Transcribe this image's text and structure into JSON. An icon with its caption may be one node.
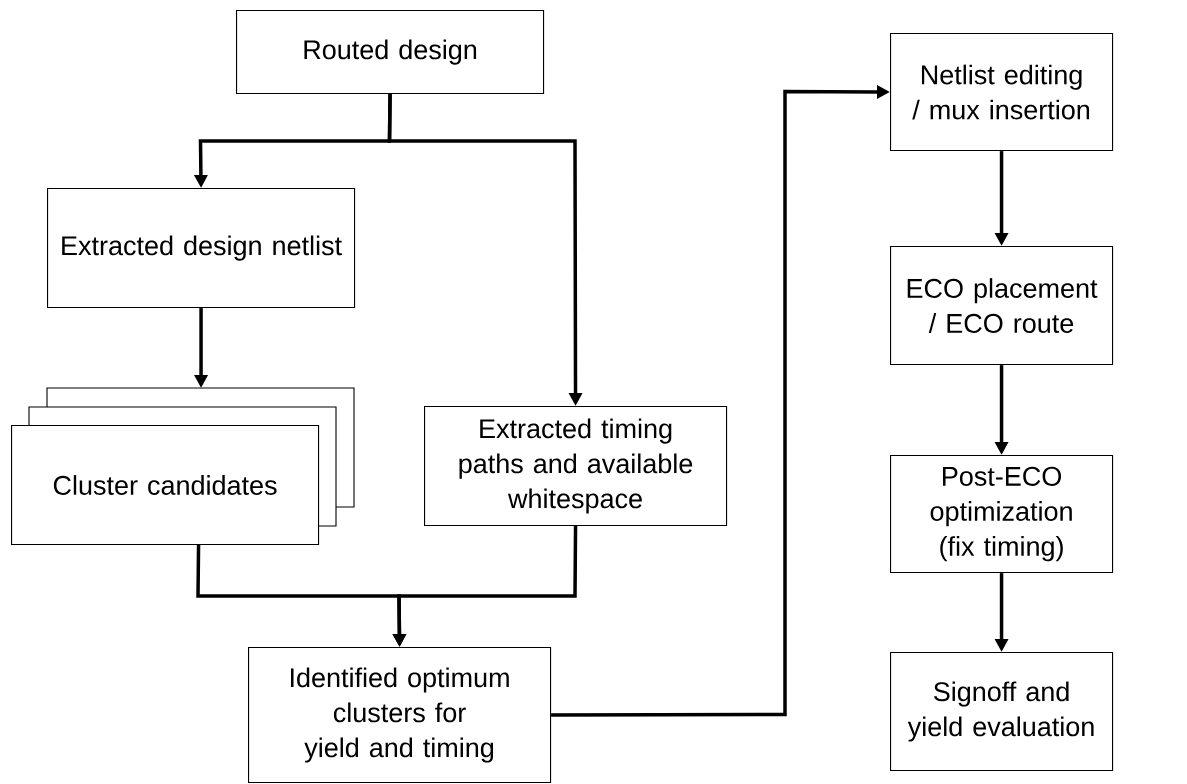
{
  "diagram": {
    "nodes": [
      {
        "text": [
          "Routed design"
        ]
      },
      {
        "text": [
          "Extracted design netlist"
        ]
      },
      {
        "text": [
          "Cluster candidates"
        ]
      },
      {
        "text": [
          "Extracted timing paths and available whitespace"
        ]
      },
      {
        "text": [
          "Identified optimum clusters for yield and timing"
        ]
      },
      {
        "text": [
          "Netlist editing / mux insertion"
        ]
      },
      {
        "text": [
          "ECO placement / ECO route"
        ]
      },
      {
        "text": [
          "Post-ECO optimization (fix timing)"
        ]
      },
      {
        "text": [
          "Signoff and yield evaluation"
        ]
      }
    ],
    "edges": [
      {
        "from": 0,
        "to": 1,
        "arrow": "to"
      },
      {
        "from": 0,
        "to": 3,
        "arrow": "to"
      },
      {
        "from": 1,
        "to": 2,
        "arrow": "to"
      },
      {
        "from": 2,
        "to": 4,
        "arrow": "to"
      },
      {
        "from": 3,
        "to": 4,
        "arrow": "to"
      },
      {
        "from": 4,
        "to": 5,
        "arrow": "to"
      },
      {
        "from": 5,
        "to": 6,
        "arrow": "to"
      },
      {
        "from": 6,
        "to": 7,
        "arrow": "to"
      },
      {
        "from": 7,
        "to": 8,
        "arrow": "to"
      }
    ]
  }
}
